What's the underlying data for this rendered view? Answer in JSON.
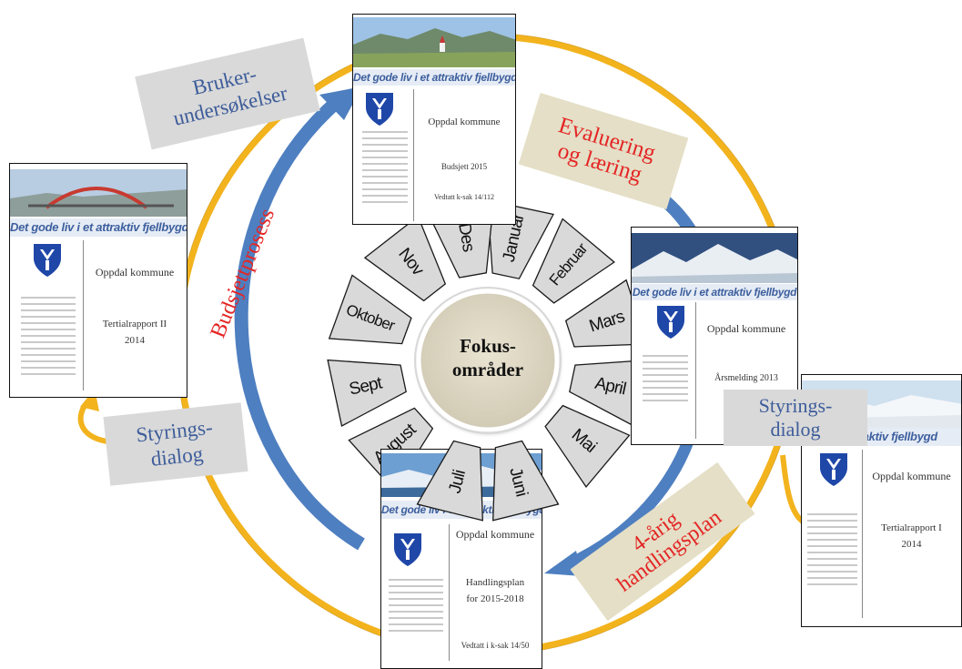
{
  "center": {
    "label_line1": "Fokus-",
    "label_line2": "områder"
  },
  "months": [
    {
      "label": "Januar"
    },
    {
      "label": "Februar"
    },
    {
      "label": "Mars"
    },
    {
      "label": "April"
    },
    {
      "label": "Mai"
    },
    {
      "label": "Juni"
    },
    {
      "label": "Juli"
    },
    {
      "label": "August"
    },
    {
      "label": "Sept"
    },
    {
      "label": "Oktober"
    },
    {
      "label": "Nov"
    },
    {
      "label": "Des"
    }
  ],
  "labels": {
    "brukerundersokelser_line1": "Bruker-",
    "brukerundersokelser_line2": "undersøkelser",
    "evaluering_line1": "Evaluering",
    "evaluering_line2": "og læring",
    "budsjettprosess": "Budsjettprosess",
    "handlingsplan_line1": "4-årig",
    "handlingsplan_line2": "handlingsplan",
    "styringsdialog_left_line1": "Styrings-",
    "styringsdialog_left_line2": "dialog",
    "styringsdialog_right_line1": "Styrings-",
    "styringsdialog_right_line2": "dialog"
  },
  "documents": {
    "banner_text": "Det gode liv i et attraktiv fjellbygd",
    "budsjett": {
      "org": "Oppdal kommune",
      "title": "Budsjett 2015",
      "note": "Vedtatt k-sak 14/112"
    },
    "tertial2": {
      "org": "Oppdal kommune",
      "title_line1": "Tertialrapport II",
      "title_line2": "2014"
    },
    "arsmelding": {
      "org": "Oppdal kommune",
      "title": "Årsmelding 2013"
    },
    "tertial1": {
      "banner_text": "i et attraktiv fjellbygd",
      "org": "Oppdal kommune",
      "title_line1": "Tertialrapport I",
      "title_line2": "2014"
    },
    "handlingsplan": {
      "org": "Oppdal kommune",
      "title_line1": "Handlingsplan",
      "title_line2": "for 2015-2018",
      "note": "Vedtatt i k-sak 14/50"
    }
  },
  "colors": {
    "ring": "#f2b31d",
    "arrow_blue": "#4e7fc0",
    "grey_box": "#d9d9d9",
    "label_blue": "#3e5d9a",
    "label_red": "#e42525",
    "tan_box": "#e4dfc6",
    "center_fill": "#ddd7c4"
  }
}
